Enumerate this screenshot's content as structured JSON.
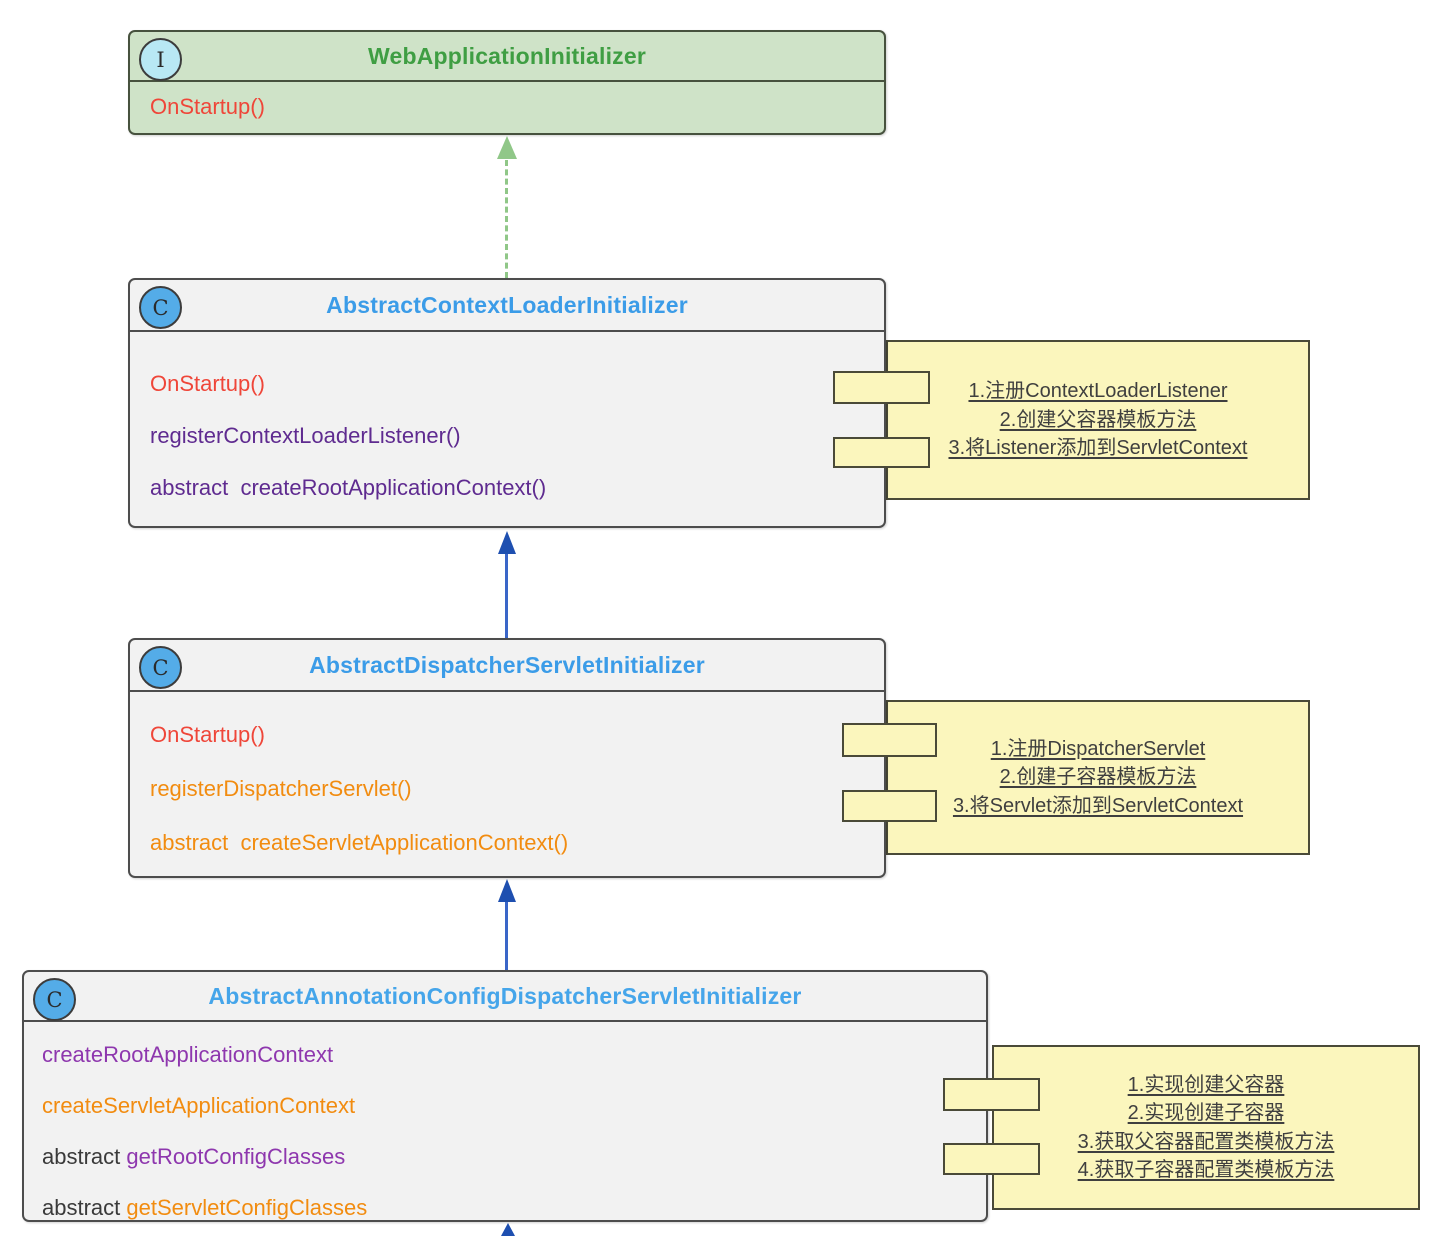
{
  "diagram": {
    "classes": [
      {
        "badge": "I",
        "title": "WebApplicationInitializer",
        "title_color": "#3f9e43",
        "methods": [
          {
            "segments": [
              {
                "text": "OnStartup()",
                "color": "#ef4639"
              }
            ]
          }
        ]
      },
      {
        "badge": "C",
        "title": "AbstractContextLoaderInitializer",
        "title_color": "#3b9ce8",
        "methods": [
          {
            "segments": [
              {
                "text": "OnStartup()",
                "color": "#ef4639"
              }
            ]
          },
          {
            "segments": [
              {
                "text": "registerContextLoaderListener()",
                "color": "#5f2b90"
              }
            ]
          },
          {
            "segments": [
              {
                "text": "abstract  createRootApplicationContext()",
                "color": "#5f2b90"
              }
            ]
          }
        ]
      },
      {
        "badge": "C",
        "title": "AbstractDispatcherServletInitializer",
        "title_color": "#3b9ce8",
        "methods": [
          {
            "segments": [
              {
                "text": "OnStartup()",
                "color": "#ef4639"
              }
            ]
          },
          {
            "segments": [
              {
                "text": "registerDispatcherServlet()",
                "color": "#f28c10"
              }
            ]
          },
          {
            "segments": [
              {
                "text": "abstract  createServletApplicationContext()",
                "color": "#f28c10"
              }
            ]
          }
        ]
      },
      {
        "badge": "C",
        "title": "AbstractAnnotationConfigDispatcherServletInitializer",
        "title_color": "#45a5ea",
        "methods": [
          {
            "segments": [
              {
                "text": "createRootApplicationContext",
                "color": "#8e37ae"
              }
            ]
          },
          {
            "segments": [
              {
                "text": "createServletApplicationContext",
                "color": "#f28c10"
              }
            ]
          },
          {
            "segments": [
              {
                "text": "abstract ",
                "color": "#3a3a3a"
              },
              {
                "text": "getRootConfigClasses",
                "color": "#8e37ae"
              }
            ]
          },
          {
            "segments": [
              {
                "text": "abstract ",
                "color": "#3a3a3a"
              },
              {
                "text": "getServletConfigClasses",
                "color": "#f28c10"
              }
            ]
          }
        ]
      }
    ],
    "notes": [
      {
        "lines": [
          "1.注册ContextLoaderListener",
          "2.创建父容器模板方法",
          "3.将Listener添加到ServletContext"
        ]
      },
      {
        "lines": [
          "1.注册DispatcherServlet",
          "2.创建子容器模板方法",
          "3.将Servlet添加到ServletContext"
        ]
      },
      {
        "lines": [
          "1.实现创建父容器",
          "2.实现创建子容器",
          "3.获取父容器配置类模板方法",
          "4.获取子容器配置类模板方法"
        ]
      }
    ],
    "relations": [
      {
        "type": "implements",
        "style": "dashed",
        "color": "#90c788",
        "from": "AbstractContextLoaderInitializer",
        "to": "WebApplicationInitializer"
      },
      {
        "type": "extends",
        "style": "solid",
        "color": "#3a66c8",
        "from": "AbstractDispatcherServletInitializer",
        "to": "AbstractContextLoaderInitializer"
      },
      {
        "type": "extends",
        "style": "solid",
        "color": "#3a66c8",
        "from": "AbstractAnnotationConfigDispatcherServletInitializer",
        "to": "AbstractDispatcherServletInitializer"
      }
    ],
    "colors": {
      "interface_fill": "#cfe3c8",
      "class_fill": "#f2f2f2",
      "box_border": "#4d4d4d",
      "note_fill": "#fbf6bd",
      "note_border": "#4a4a38",
      "note_text": "#3f3f3f",
      "badge_interface_fill": "#b8e8f4",
      "badge_class_fill": "#54ace8",
      "implements_arrow": "#90c788",
      "extends_arrow": "#3a66c8"
    }
  }
}
